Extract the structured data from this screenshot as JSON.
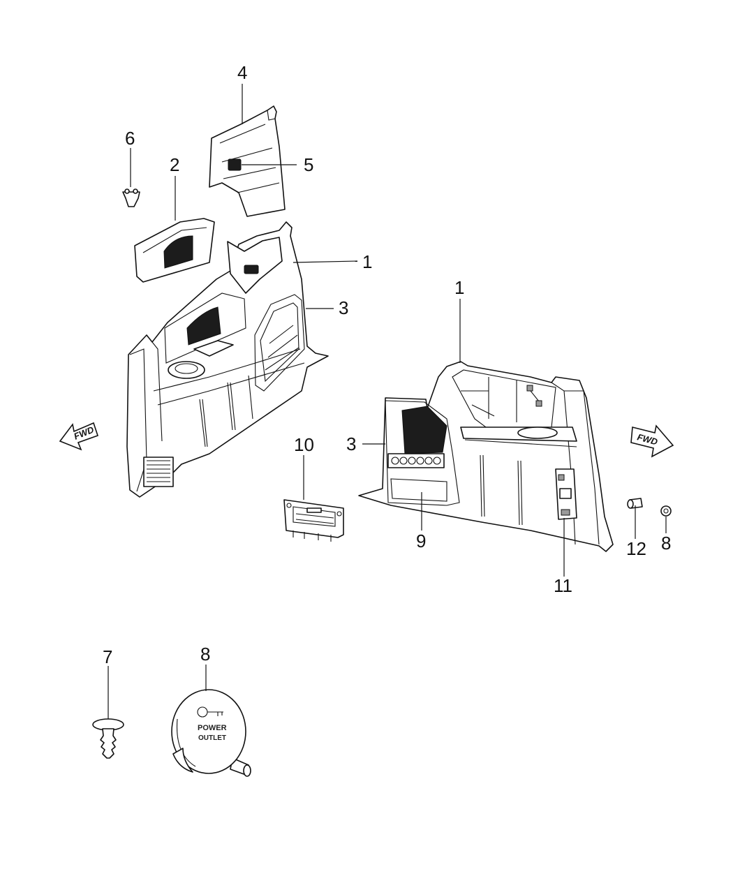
{
  "callouts": {
    "c1a": "1",
    "c1b": "1",
    "c2": "2",
    "c3a": "3",
    "c3b": "3",
    "c4": "4",
    "c5": "5",
    "c6": "6",
    "c7": "7",
    "c8a": "8",
    "c8b": "8",
    "c9": "9",
    "c10": "10",
    "c11": "11",
    "c12": "12"
  },
  "arrows": {
    "left": "FWD",
    "right": "FWD"
  },
  "cap": {
    "line1": "POWER",
    "line2": "OUTLET"
  },
  "icons": [
    "fwd-arrow-icon",
    "key-icon"
  ]
}
